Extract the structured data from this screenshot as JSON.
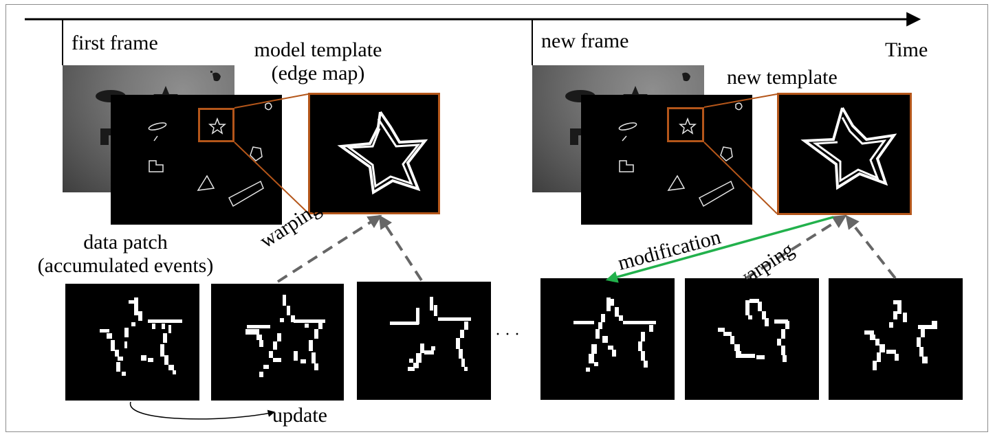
{
  "labels": {
    "first_frame": "first frame",
    "model_template_line1": "model template",
    "model_template_line2": "(edge map)",
    "new_frame": "new frame",
    "new_template": "new template",
    "time": "Time",
    "data_patch_line1": "data patch",
    "data_patch_line2": "(accumulated events)",
    "warping_left": "warping",
    "warping_right": "warping",
    "modification": "modification",
    "update": "update",
    "ellipsis": "· · ·"
  },
  "colors": {
    "accent_orange": "#b4561a",
    "modification_arrow": "#22b14c",
    "dashed_arrow": "#666666",
    "timeline": "#000000"
  },
  "icons": {
    "star_shape": "star-icon"
  }
}
